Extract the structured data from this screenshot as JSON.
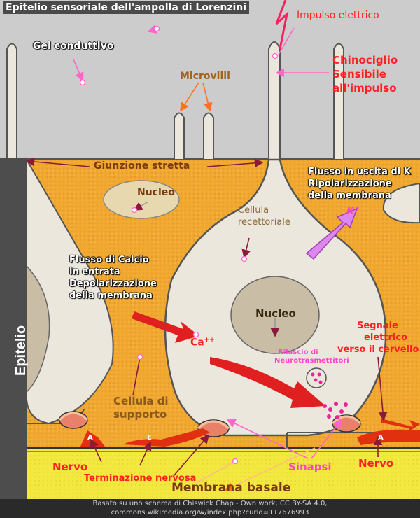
{
  "title": "Epitelio sensoriale dell'ampolla di Lorenzini",
  "labels": {
    "impulso_elettrico": "Impulso elettrico",
    "gel_conduttivo": "Gel conduttivo",
    "chinociglio_1": "Chinociglio",
    "chinociglio_2": "Sensibile",
    "chinociglio_3": "all'impulso",
    "microvilli": "Microvilli",
    "giunzione_stretta": "Giunzione stretta",
    "nucleo_supporto": "Nucleo",
    "flusso_k_1": "Flusso  in uscita di K",
    "flusso_k_2": "Ripolarizzazione",
    "flusso_k_3": "della membrana",
    "k_ion": "K",
    "k_plus": "+",
    "cellula_recettoriale_1": "Cellula",
    "cellula_recettoriale_2": "recettoriale",
    "flusso_ca_1": "Flusso di Calcio",
    "flusso_ca_2": "in entrata",
    "flusso_ca_3": "Depolarizzazione",
    "flusso_ca_4": "della membrana",
    "nucleo_recettore": "Nucleo",
    "ca_ion": "Ca",
    "ca_plus": "++",
    "epitelio": "Epitelio",
    "segnale_1": "Segnale",
    "segnale_2": "elettrico",
    "segnale_3": "verso il cervello",
    "rilascio_1": "Rilascio di",
    "rilascio_2": "Neurotrasmettitori",
    "cellula_supporto_1": "Cellula di",
    "cellula_supporto_2": "supporto",
    "nervo_left": "Nervo",
    "nervo_right": "Nervo",
    "terminazione": "Terminazione nervosa",
    "sinapsi": "Sinapsi",
    "membrana_basale": "Membrana basale",
    "fibre_a": "A",
    "fibre_e": "E",
    "fibre_a2": "A"
  },
  "credit": {
    "line1": "Basato su uno schema di Chiswick Chap - Own work, CC BY-SA 4.0,",
    "line2": "commons.wikimedia.org/w/index.php?curid=117676993"
  },
  "colors": {
    "gel": "#cccccc",
    "support_cell": "#f0a830",
    "receptor_cell": "#ece7dd",
    "nucleus": "#c9bda5",
    "basal": "#f2e840",
    "nerve": "#e03010",
    "label_red": "#ff2020",
    "label_brown": "#8b5a1a",
    "label_pink": "#ff44cc"
  }
}
